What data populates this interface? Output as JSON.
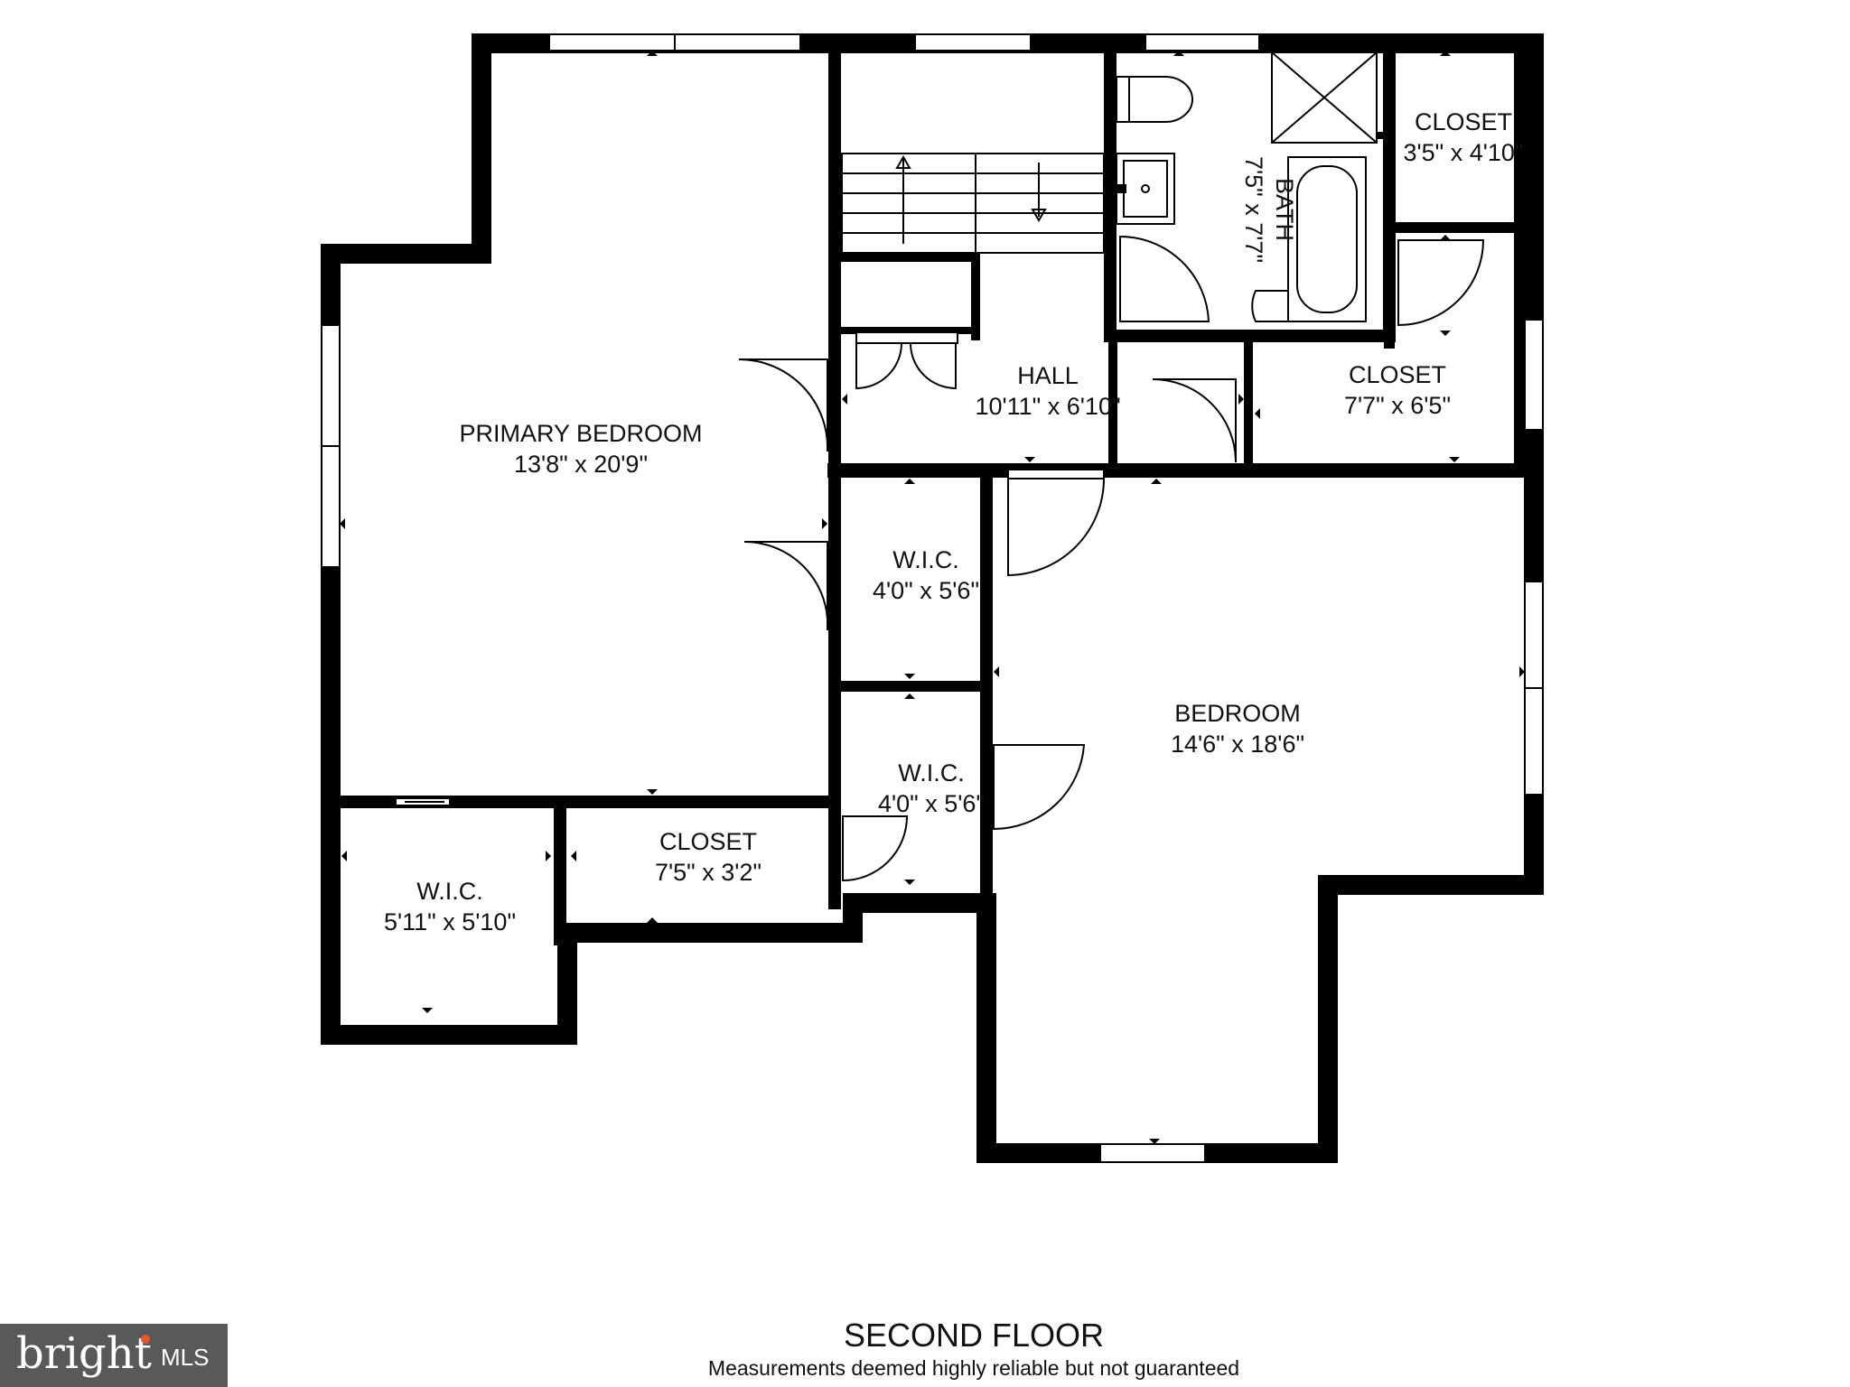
{
  "plan": {
    "title": "SECOND FLOOR",
    "disclaimer": "Measurements deemed highly reliable but not guaranteed",
    "rooms": {
      "primary_bedroom": {
        "name": "PRIMARY BEDROOM",
        "dims": "13'8\" x 20'9\""
      },
      "hall": {
        "name": "HALL",
        "dims": "10'11\" x 6'10\""
      },
      "bath": {
        "name": "BATH",
        "dims": "7'5\" x 7'7\""
      },
      "closet_top": {
        "name": "CLOSET",
        "dims": "3'5\" x 4'10\""
      },
      "closet_hall": {
        "name": "CLOSET",
        "dims": "7'7\" x 6'5\""
      },
      "wic_upper": {
        "name": "W.I.C.",
        "dims": "4'0\" x 5'6\""
      },
      "wic_lower": {
        "name": "W.I.C.",
        "dims": "4'0\" x 5'6\""
      },
      "bedroom": {
        "name": "BEDROOM",
        "dims": "14'6\" x 18'6\""
      },
      "closet_bottom": {
        "name": "CLOSET",
        "dims": "7'5\" x 3'2\""
      },
      "wic_left": {
        "name": "W.I.C.",
        "dims": "5'11\" x 5'10\""
      }
    }
  },
  "logo": {
    "word": "bright",
    "suffix": "MLS",
    "accent_color": "#e8572a",
    "background": "#58595b"
  }
}
